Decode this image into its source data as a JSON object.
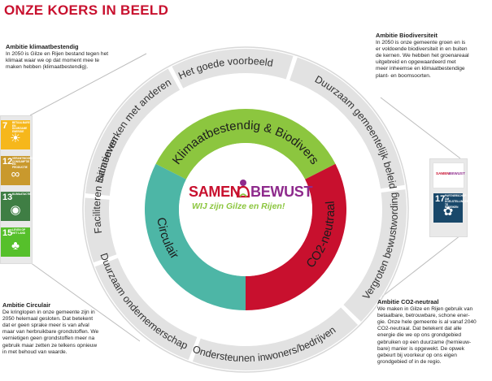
{
  "title": "ONZE KOERS IN BEELD",
  "colors": {
    "title": "#c8102e",
    "green": "#8cc63f",
    "red": "#c8102e",
    "teal": "#4db6a6",
    "outer_ring": "#e2e2e2",
    "outer_ring_border": "#ffffff"
  },
  "ambitions": {
    "klimaat": {
      "heading": "Ambitie klimaatbestendig",
      "lines": [
        "In 2050 is Gilze en Rijen bestand tegen het",
        "klimaat waar we op dat moment mee te",
        "maken hebben (klimaatbestendig)."
      ]
    },
    "biodiversiteit": {
      "heading": "Ambitie Biodiversiteit",
      "lines": [
        "In 2050 is onze gemeente groen en is",
        "er voldoende biodiversiteit in en buiten",
        "de kernen. We hebben het groenareaal",
        "uitgebreid en opgewaardeerd met",
        "meer inheemse en klimaatbestendige",
        "plant- en boomsoorten."
      ]
    },
    "circulair": {
      "heading": "Ambitie Circulair",
      "lines": [
        "De kringlopen in onze gemeente zijn in",
        "2050 helemaal gesloten. Dat betekent",
        "dat er geen sprake meer is van afval",
        "maar van herbruikbare grondstoffen. We",
        "vernietigen geen grondstoffen meer na",
        "gebruik maar zetten ze telkens opnieuw",
        "in met behoud van waarde."
      ]
    },
    "co2": {
      "heading": "Ambitie CO2-neutraal",
      "lines": [
        "We maken in Gilze en Rijen gebruik van",
        "betaalbare, betrouwbare, schone ener-",
        "gie. Onze hele gemeente is al vanaf 2040",
        "CO2-neutraal. Dat betekent dat alle",
        "energie die we op ons grondgebied",
        "gebruiken op een duurzame (hernieuw-",
        "bare) manier is opgewekt. De opwek",
        "gebeurt bij voorkeur op ons eigen",
        "grondgebied of in de regio."
      ]
    }
  },
  "outer_ring": [
    {
      "label": "Samenwerken met anderen",
      "angle": -55,
      "flip": false
    },
    {
      "label": "Het goede voorbeeld",
      "angle": -8,
      "flip": false
    },
    {
      "label": "Duurzaam gemeentelijk beleid",
      "angle": 55,
      "flip": false
    },
    {
      "label": "Vergroten bewustwording",
      "angle": 105,
      "flip": true
    },
    {
      "label": "Ondersteunen inwoners/bedrijven",
      "angle": 172,
      "flip": true
    },
    {
      "label": "Duurzaam ondernemerschap",
      "angle": 228,
      "flip": true
    },
    {
      "label": "Faciliteren initiatieven",
      "angle": 280,
      "flip": false
    }
  ],
  "inner_ring": [
    {
      "label": "Klimaatbestendig & Biodivers",
      "color": "#8cc63f",
      "start": -63,
      "end": 63,
      "text_angle": 0,
      "flip": false
    },
    {
      "label": "CO2-neutraal",
      "color": "#c8102e",
      "start": 63,
      "end": 180,
      "text_angle": 108,
      "flip": true
    },
    {
      "label": "Circulair",
      "color": "#4db6a6",
      "start": 180,
      "end": 297,
      "text_angle": 250,
      "flip": true
    }
  ],
  "logo": {
    "samen": "SAMEN",
    "bewust": "BEWUST",
    "tagline": "WIJ zijn Gilze en Rijen!"
  },
  "sdgs_left": [
    {
      "num": "7",
      "text": "BETAALBARE EN DUURZAME ENERGIE",
      "color": "#f6b71b",
      "icon": "sun-icon",
      "glyph": "☀"
    },
    {
      "num": "12",
      "text": "VERANTWOORDE CONSUMPTIE EN PRODUCTIE",
      "color": "#c9992d",
      "icon": "infinity-icon",
      "glyph": "∞"
    },
    {
      "num": "13",
      "text": "KLIMAATACTIE",
      "color": "#3f7e44",
      "icon": "eye-icon",
      "glyph": "◉"
    },
    {
      "num": "15",
      "text": "LEVEN OP HET LAND",
      "color": "#56c02b",
      "icon": "tree-icon",
      "glyph": "♣"
    }
  ],
  "sdgs_right": [
    {
      "num": "17",
      "text": "PARTNERSCHAP OM DOELSTELLINGEN TE BEREIKEN",
      "color": "#19486a",
      "icon": "flower-icon",
      "glyph": "✿"
    }
  ]
}
